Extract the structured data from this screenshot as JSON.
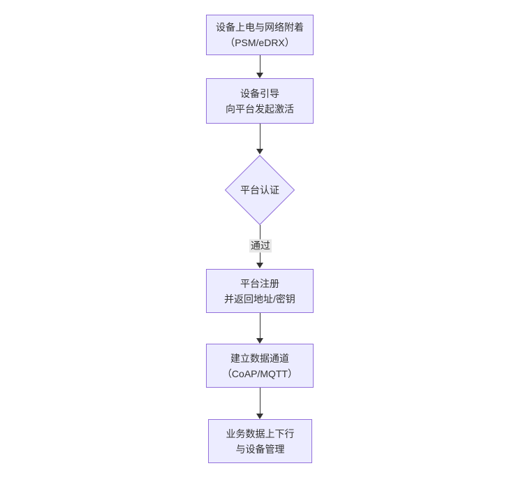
{
  "diagram": {
    "type": "flowchart",
    "direction": "top-down",
    "colors": {
      "background": "#ffffff",
      "node_fill": "#ECECFF",
      "node_border": "#9370DB",
      "text_color": "#333333",
      "arrow_color": "#333333",
      "edge_label_bg": "#e8e8e8"
    },
    "nodes": [
      {
        "id": "power-on-attach",
        "type": "rect",
        "lines": [
          "设备上电与网络附着",
          "（PSM/eDRX）"
        ]
      },
      {
        "id": "bootstrap",
        "type": "rect",
        "lines": [
          "设备引导",
          "向平台发起激活"
        ]
      },
      {
        "id": "platform-auth",
        "type": "diamond",
        "lines": [
          "平台认证"
        ]
      },
      {
        "id": "platform-register",
        "type": "rect",
        "lines": [
          "平台注册",
          "并返回地址/密钥"
        ]
      },
      {
        "id": "data-channel",
        "type": "rect",
        "lines": [
          "建立数据通道",
          "（CoAP/MQTT）"
        ]
      },
      {
        "id": "business-data",
        "type": "rect",
        "lines": [
          "业务数据上下行",
          "与设备管理"
        ]
      }
    ],
    "edges": [
      {
        "from": "power-on-attach",
        "to": "bootstrap",
        "label": ""
      },
      {
        "from": "bootstrap",
        "to": "platform-auth",
        "label": ""
      },
      {
        "from": "platform-auth",
        "to": "platform-register",
        "label": "通过"
      },
      {
        "from": "platform-register",
        "to": "data-channel",
        "label": ""
      },
      {
        "from": "data-channel",
        "to": "business-data",
        "label": ""
      }
    ]
  }
}
